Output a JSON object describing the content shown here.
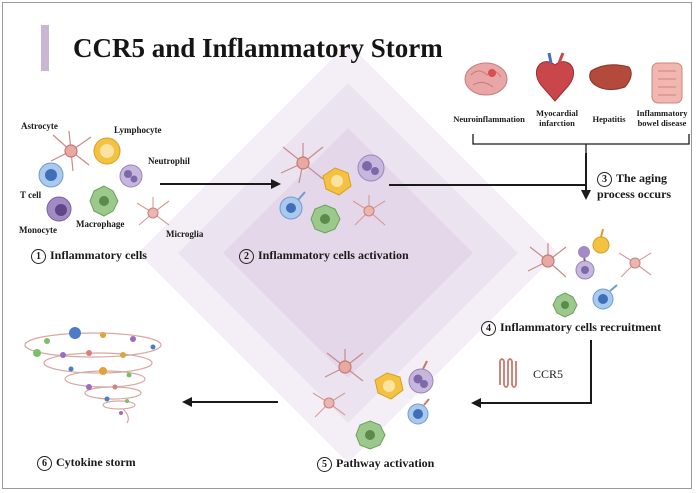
{
  "title": "CCR5 and Inflammatory Storm",
  "colors": {
    "accent_bar": "#c9b6d6",
    "diamond": "#e9e1ee",
    "arrow": "#1a1a1a"
  },
  "cells": {
    "astrocyte": "Astrocyte",
    "lymphocyte": "Lymphocyte",
    "neutrophil": "Neutrophil",
    "t_cell": "T cell",
    "monocyte": "Monocyte",
    "macrophage": "Macrophage",
    "microglia": "Microglia"
  },
  "organs": {
    "neuro": "Neuroinflammation",
    "myocardial": "Myocardial infarction",
    "hepatitis": "Hepatitis",
    "ibd": "Inflammatory bowel disease"
  },
  "steps": {
    "s1": {
      "num": "1",
      "label": "Inflammatory cells"
    },
    "s2": {
      "num": "2",
      "label": "Inflammatory cells activation"
    },
    "s3": {
      "num": "3",
      "label": "The aging process occurs"
    },
    "s4": {
      "num": "4",
      "label": "Inflammatory cells recruitment"
    },
    "s5": {
      "num": "5",
      "label": "Pathway activation"
    },
    "s6": {
      "num": "6",
      "label": "Cytokine storm"
    }
  },
  "ccr5_label": "CCR5"
}
